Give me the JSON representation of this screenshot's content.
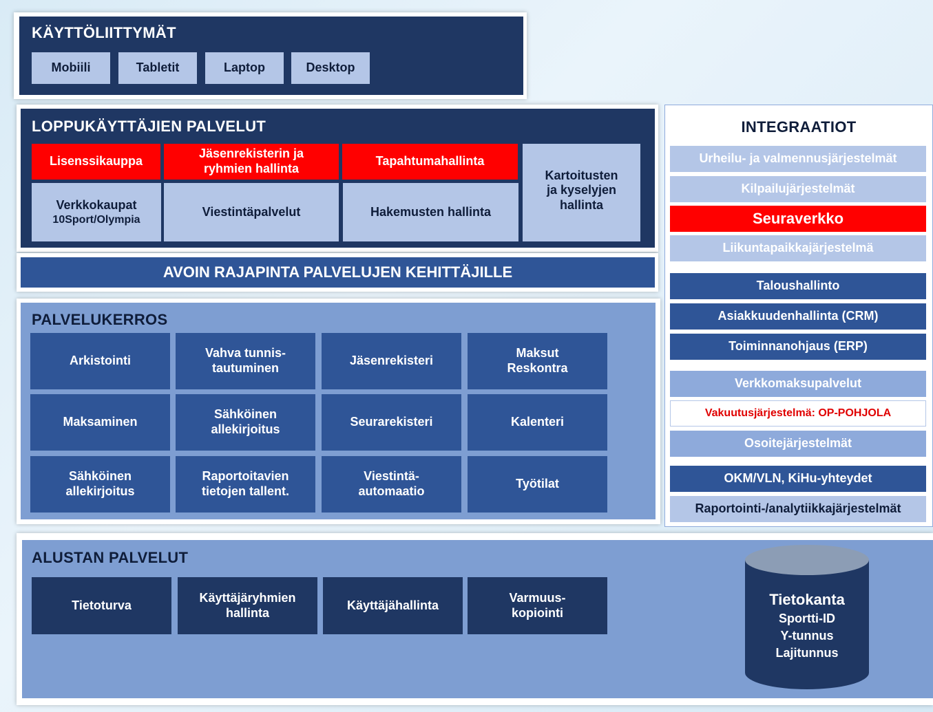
{
  "kayttoliittymat": {
    "title": "KÄYTTÖLIITTYMÄT",
    "items": [
      "Mobiili",
      "Tabletit",
      "Laptop",
      "Desktop"
    ]
  },
  "loppukayttajat": {
    "title": "LOPPUKÄYTTÄJIEN PALVELUT",
    "lisenssikauppa": "Lisenssikauppa",
    "jasenrekisteri": "Jäsenrekisterin ja\nryhmien hallinta",
    "tapahtumahallinta": "Tapahtumahallinta",
    "kartoitukset": "Kartoitusten\nja kyselyjen\nhallinta",
    "verkkokaupat_line1": "Verkkokaupat",
    "verkkokaupat_line2": "10Sport/Olympia",
    "viestintapalvelut": "Viestintäpalvelut",
    "hakemukset": "Hakemusten hallinta"
  },
  "avoin_rajapinta": "AVOIN RAJAPINTA PALVELUJEN KEHITTÄJILLE",
  "palvelukerros": {
    "title": "PALVELUKERROS",
    "cells": [
      "Arkistointi",
      "Vahva tunnis-\ntautuminen",
      "Jäsenrekisteri",
      "Maksut\nReskontra",
      "Maksaminen",
      "Sähköinen\nallekirjoitus",
      "Seurarekisteri",
      "Kalenteri",
      "Sähköinen\nallekirjoitus",
      "Raportoitavien\ntietojen tallent.",
      "Viestintä-\nautomaatio",
      "Työtilat"
    ]
  },
  "alusta": {
    "title": "ALUSTAN PALVELUT",
    "cells": [
      "Tietoturva",
      "Käyttäjäryhmien\nhallinta",
      "Käyttäjähallinta",
      "Varmuus-\nkopiointi"
    ]
  },
  "tietokanta": {
    "title": "Tietokanta",
    "lines": [
      "Sportti-ID",
      "Y-tunnus",
      "Lajitunnus"
    ]
  },
  "integraatiot": {
    "title": "INTEGRAATIOT",
    "items": [
      "Urheilu- ja valmennusjärjestelmät",
      "Kilpailujärjestelmät",
      "Seuraverkko",
      "Liikuntapaikkajärjestelmä",
      "Taloushallinto",
      "Asiakkuudenhallinta (CRM)",
      "Toiminnanohjaus (ERP)",
      "Verkkomaksupalvelut",
      "Vakuutusjärjestelmä: OP-POHJOLA",
      "Osoitejärjestelmät",
      "OKM/VLN, KiHu-yhteydet",
      "Raportointi-/analytiikkajärjestelmät"
    ]
  },
  "colors": {
    "navy": "#1f3763",
    "blue": "#2f5597",
    "light": "#b4c6e7",
    "mid": "#8eaadb",
    "red": "#ff0000"
  }
}
